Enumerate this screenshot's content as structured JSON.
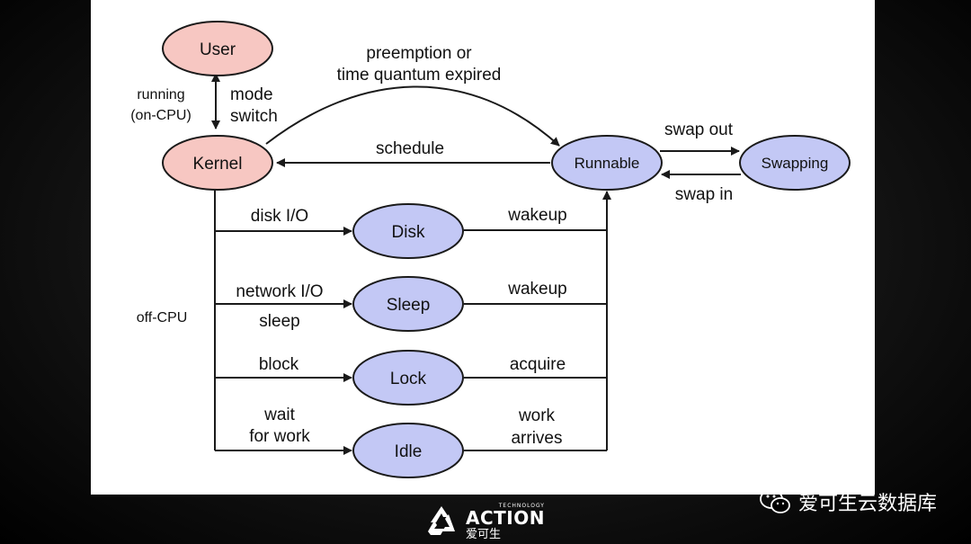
{
  "nodes": {
    "user": "User",
    "kernel": "Kernel",
    "runnable": "Runnable",
    "swapping": "Swapping",
    "disk": "Disk",
    "sleep": "Sleep",
    "lock": "Lock",
    "idle": "Idle"
  },
  "edges": {
    "preemption_line1": "preemption or",
    "preemption_line2": "time quantum expired",
    "schedule": "schedule",
    "swap_out": "swap out",
    "swap_in": "swap in",
    "mode_line1": "mode",
    "mode_line2": "switch",
    "disk_io": "disk I/O",
    "network_io": "network I/O",
    "sleep": "sleep",
    "block": "block",
    "wait_line1": "wait",
    "wait_line2": "for work",
    "wakeup_disk": "wakeup",
    "wakeup_sleep": "wakeup",
    "acquire": "acquire",
    "work_line1": "work",
    "work_line2": "arrives"
  },
  "side_labels": {
    "running_line1": "running",
    "running_line2": "(on-CPU)",
    "off_cpu": "off-CPU"
  },
  "colors": {
    "on_cpu_fill": "#f7c7c2",
    "off_cpu_fill": "#c3c8f5",
    "stroke": "#1a1a1a"
  },
  "watermark": {
    "text": "爱可生云数据库",
    "icon": "wechat-icon"
  },
  "logo": {
    "small": "TECHNOLOGY",
    "brand": "ACTION",
    "cn": "爱可生",
    "icon": "action-logo-icon"
  }
}
